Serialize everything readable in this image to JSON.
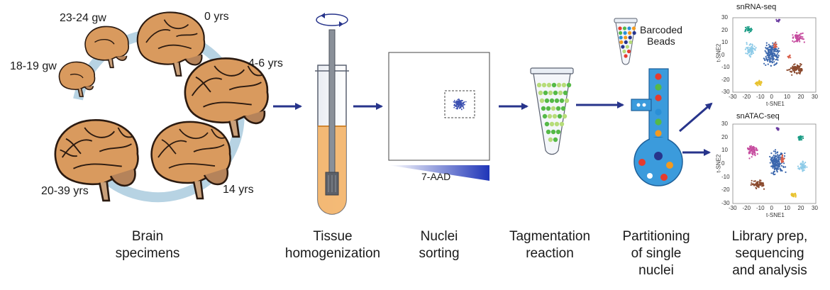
{
  "ages": {
    "a1": "23-24 gw",
    "a2": "0 yrs",
    "a3": "18-19 gw",
    "a4": "4-6 yrs",
    "a5": "20-39 yrs",
    "a6": "14 yrs"
  },
  "steps": {
    "s1": [
      "Brain",
      "specimens"
    ],
    "s2": [
      "Tissue",
      "homogenization"
    ],
    "s3": [
      "Nuclei",
      "sorting"
    ],
    "s4": [
      "Tagmentation",
      "reaction"
    ],
    "s5": [
      "Partitioning",
      "of single",
      "nuclei"
    ],
    "s6": [
      "Library prep,",
      "sequencing",
      "and analysis"
    ]
  },
  "sort_stain_label": "7-AAD",
  "beads_label": [
    "Barcoded",
    "Beads"
  ],
  "plots": [
    {
      "title": "snRNA-seq",
      "xlabel": "t-SNE1",
      "ylabel": "t-SNE2",
      "xticks": [
        "-30",
        "-20",
        "-10",
        "0",
        "10",
        "20",
        "30"
      ],
      "yticks": [
        "30",
        "20",
        "10",
        "0",
        "-10",
        "-20",
        "-30"
      ]
    },
    {
      "title": "snATAC-seq",
      "xlabel": "t-SNE1",
      "ylabel": "t-SNE2",
      "xticks": [
        "-30",
        "-20",
        "-10",
        "0",
        "10",
        "20",
        "30"
      ],
      "yticks": [
        "30",
        "20",
        "10",
        "0",
        "-10",
        "-20",
        "-30"
      ]
    }
  ],
  "colors": {
    "brain": "#d99a5e",
    "brain_outline": "#2b1a10",
    "cycle": "#b7d3e3",
    "arrow": "#27348b",
    "tube_fill": "#f3b267",
    "bead_green": "#55b947",
    "bead_light": "#b6dc79",
    "chip_blue": "#2a8fd6",
    "cluster_blue": "#3b67ad"
  }
}
